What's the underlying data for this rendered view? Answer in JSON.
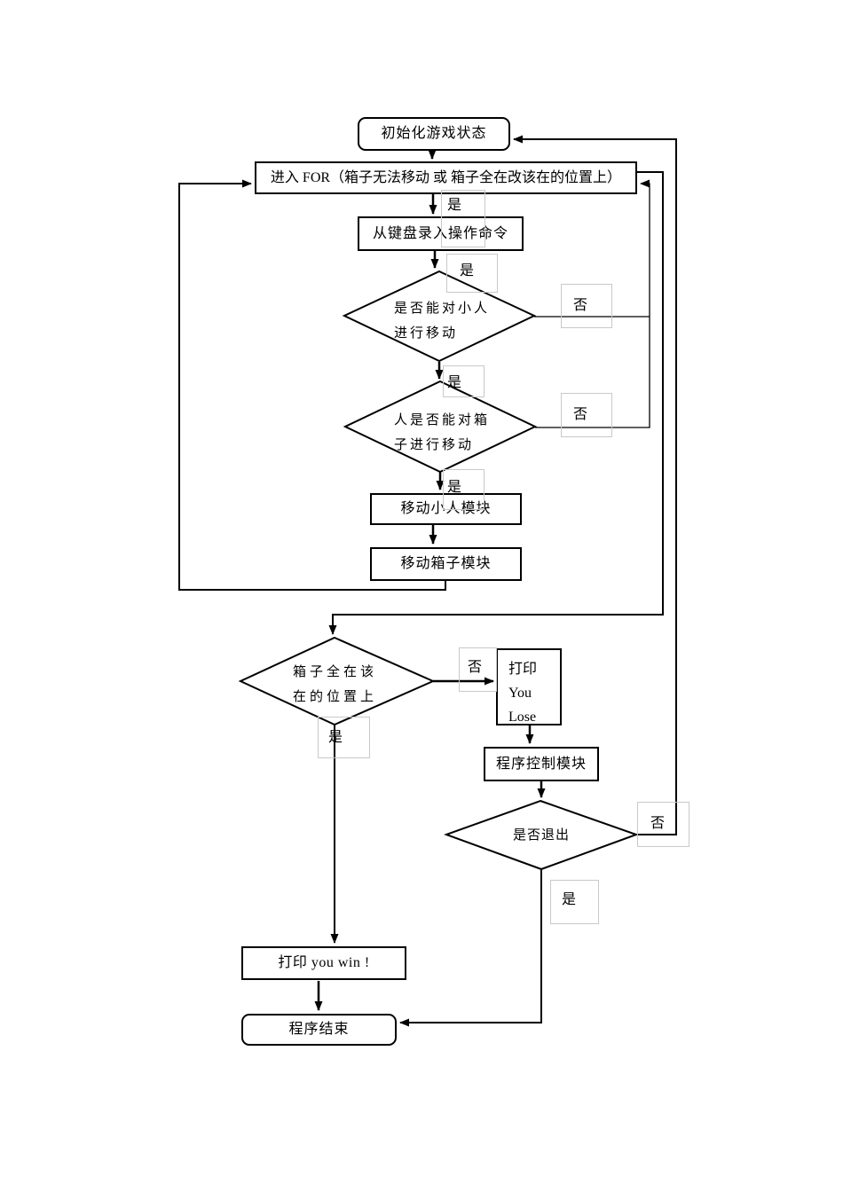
{
  "diagram_title": "Sokoban game logic flowchart",
  "colors": {
    "line": "#000000",
    "label_frame": "#c9c9c9",
    "background": "#ffffff"
  },
  "labels": {
    "yes": "是",
    "no": "否"
  },
  "nodes": {
    "init": {
      "label": "初始化游戏状态"
    },
    "for_loop": {
      "label": "进入 FOR（箱子无法移动 或 箱子全在改该在的位置上）"
    },
    "input_cmd": {
      "label": "从键盘录入操作命令"
    },
    "can_move_player": {
      "line1": "是否能对小人",
      "line2": "进行移动"
    },
    "can_move_box": {
      "line1": "人是否能对箱",
      "line2": "子进行移动"
    },
    "move_player": {
      "label": "移动小人模块"
    },
    "move_box": {
      "label": "移动箱子模块"
    },
    "boxes_in_place": {
      "line1": "箱子全在该",
      "line2": "在的位置上"
    },
    "print_lose": {
      "line1": "打印",
      "line2": "You",
      "line3": "Lose"
    },
    "program_control": {
      "label": "程序控制模块"
    },
    "exit_check": {
      "label": "是否退出"
    },
    "print_win": {
      "label": "打印 you win !"
    },
    "program_end": {
      "label": "程序结束"
    }
  }
}
